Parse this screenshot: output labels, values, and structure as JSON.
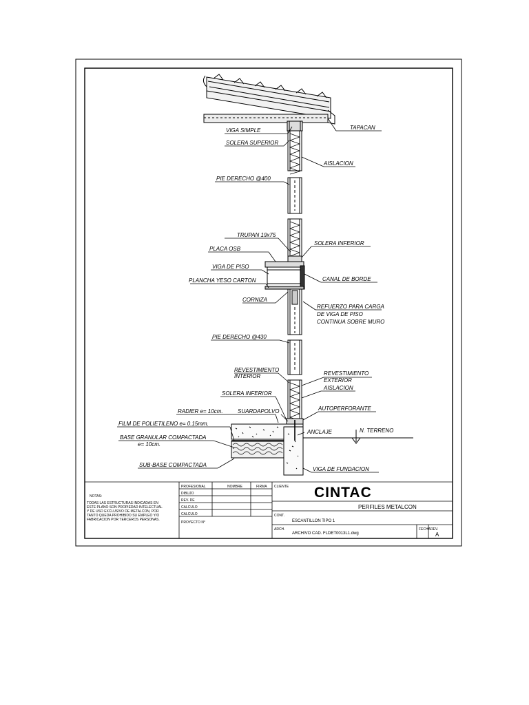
{
  "labels": {
    "tapacan": "TAPACAN",
    "viga_simple": "VIGA SIMPLE",
    "solera_superior": "SOLERA SUPERIOR",
    "aislacion_top": "AISLACION",
    "pie_derecho_top": "PIE DERECHO @400",
    "trupan": "TRUPAN 19x75",
    "placa_osb": "PLACA OSB",
    "solera_inferior_mid": "SOLERA INFERIOR",
    "viga_de_piso": "VIGA DE PISO",
    "canal_de_borde": "CANAL DE BORDE",
    "plancha_yeso": "PLANCHA YESO CARTON",
    "cornisa": "CORNIZA",
    "refuerzo_1": "REFUERZO PARA CARGA",
    "refuerzo_2": "DE VIGA DE PISO",
    "refuerzo_3": "CONTINUA SOBRE MURO",
    "pie_derecho_low": "PIE DERECHO @430",
    "rev_interior_1": "REVESTIMIENTO",
    "rev_interior_2": "INTERIOR",
    "rev_exterior_1": "REVESTIMIENTO",
    "rev_exterior_2": "EXTERIOR",
    "solera_inferior_low": "SOLERA INFERIOR",
    "aislacion_low": "AISLACION",
    "radier": "RADIER e= 10cm.",
    "guardapolvo": "SUARDAPOLVO",
    "autoperforante": "AUTOPERFORANTE",
    "film": "FILM DE POLIETILENO e= 0.15mm.",
    "anclaje": "ANCLAJE",
    "n_terreno": "N. TERRENO",
    "base_granular_1": "BASE GRANULAR COMPACTADA",
    "base_granular_2": "e= 10cm.",
    "sub_base": "SUB-BASE COMPACTADA",
    "viga_fundacion": "VIGA DE FUNDACION"
  },
  "title_block": {
    "notas_title": "NOTAS:",
    "notas_lines": [
      "TODAS LAS ESTRUCTURAS INDICADAS EN",
      "ESTE PLANO SON PROPIEDAD INTELECTUAL",
      "Y DE USO EXCLUSIVO DE METALCON, POR",
      "TANTO QUEDA PROHIBIDO SU EMPLEO Y/O",
      "FABRICACION POR TERCEROS PERSONAS."
    ],
    "header_profesional": "PROFESIONAL",
    "header_nombre": "NOMBRE",
    "header_firma": "FIRMA",
    "row_dibujo": "DIBUJO",
    "row_rev": "REV. DE",
    "row_calculo": "CALCULO",
    "row_calculo2": "CALCULO",
    "proyecto": "PROYECTO N°",
    "cliente": "CLIENTE",
    "brand": "CINTAC",
    "product": "PERFILES METALCON",
    "cont_label": "CONT.",
    "content": "ESCANTILLON TIPO 1",
    "arch_label": "ARCH.",
    "file": "ARCHIVO CAD. FLDET0013L1.dwg",
    "fecha": "FECHA",
    "rev": "REV.",
    "rev_value": "A"
  }
}
